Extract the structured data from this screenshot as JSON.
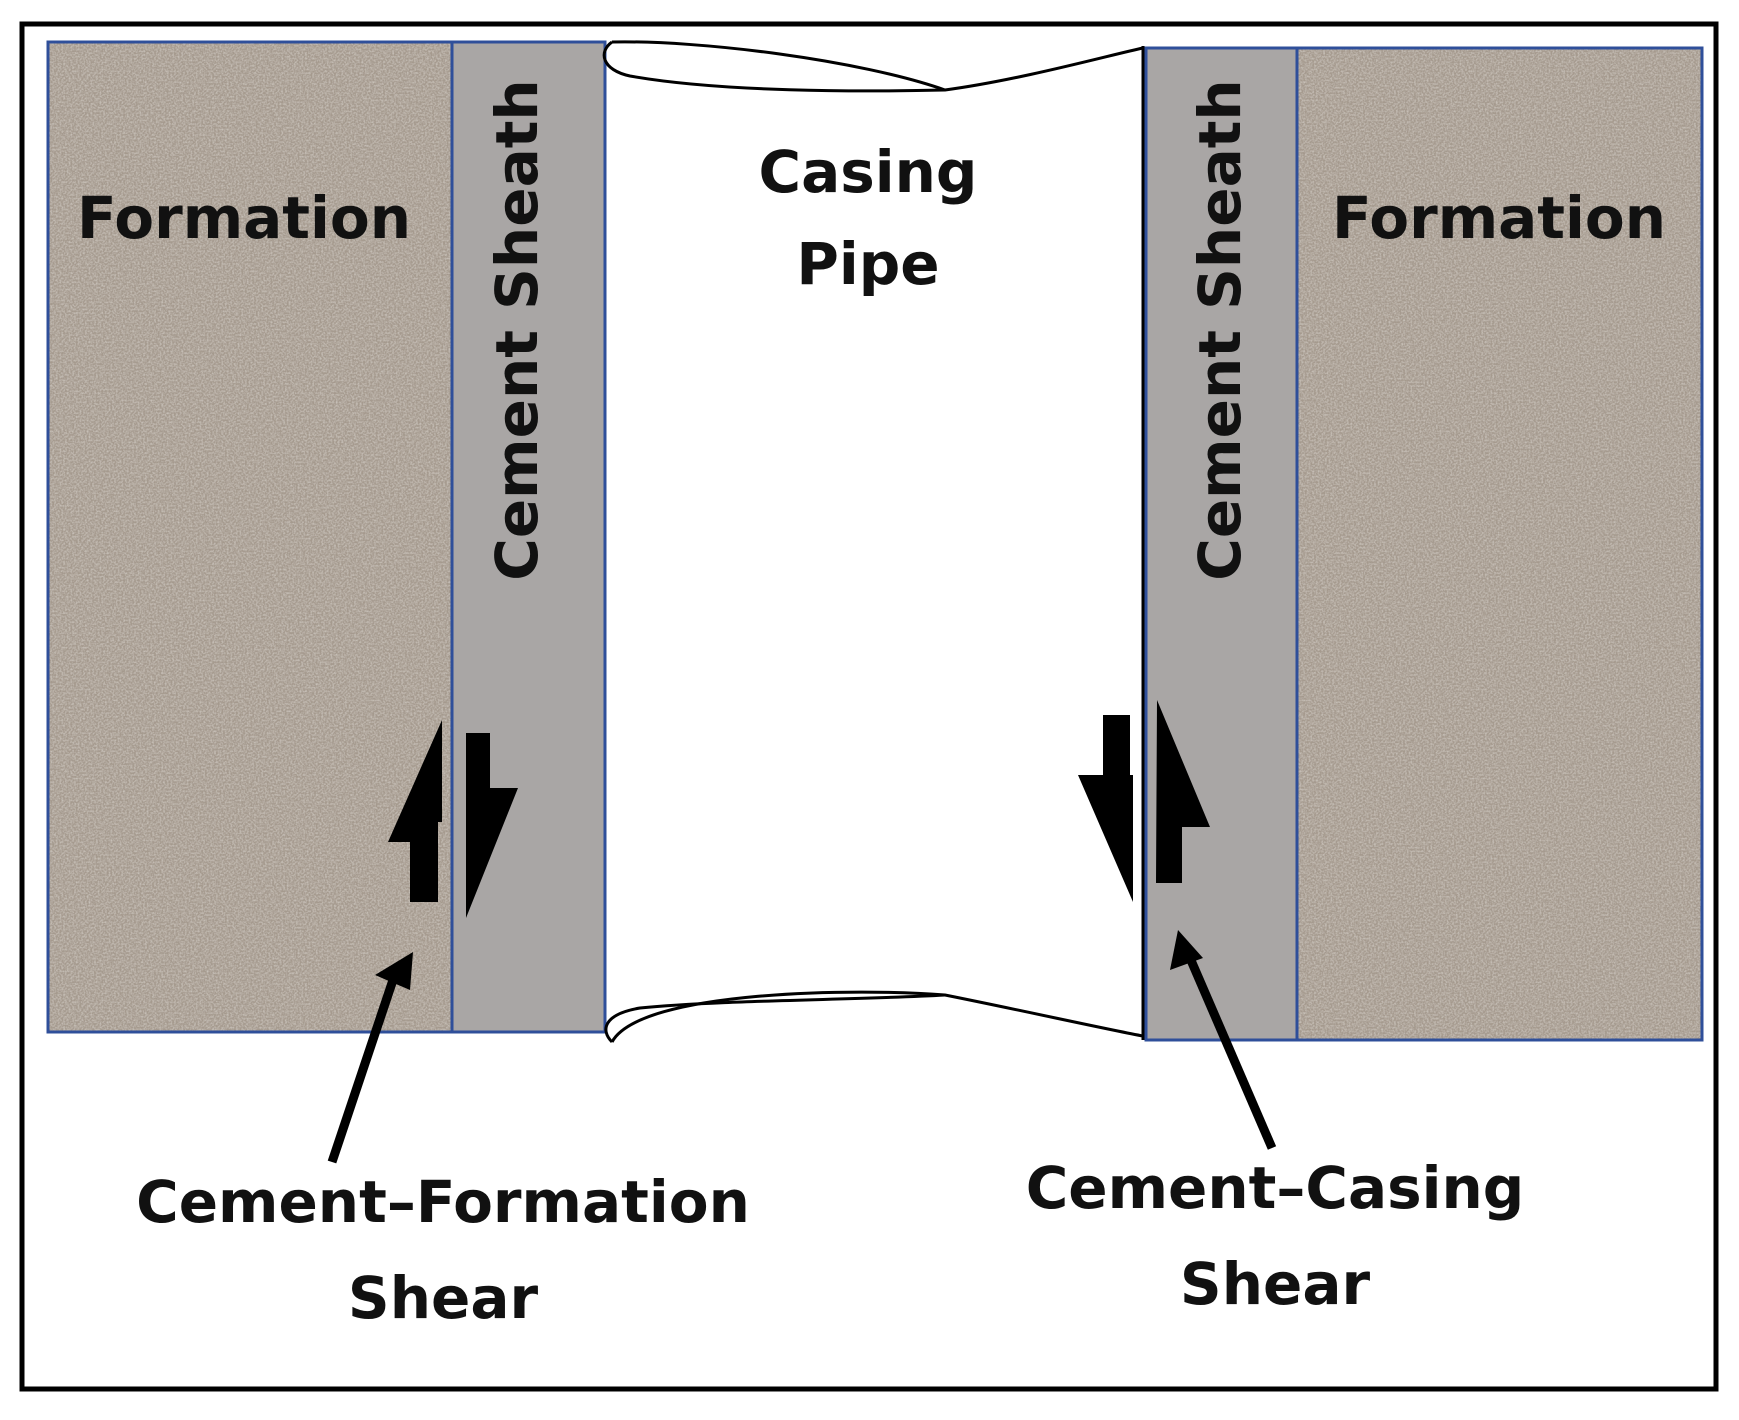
{
  "labels": {
    "formation_left": "Formation",
    "formation_right": "Formation",
    "cement_sheath_left": "Cement Sheath",
    "cement_sheath_right": "Cement Sheath",
    "casing_line1": "Casing",
    "casing_line2": "Pipe",
    "shear_left_line1": "Cement–Formation",
    "shear_left_line2": "Shear",
    "shear_right_line1": "Cement–Casing",
    "shear_right_line2": "Shear"
  },
  "colors": {
    "formation": "#a59a8e",
    "cement": "#a9a6a5",
    "outline": "#2f4f9a",
    "arrow": "#000000"
  }
}
